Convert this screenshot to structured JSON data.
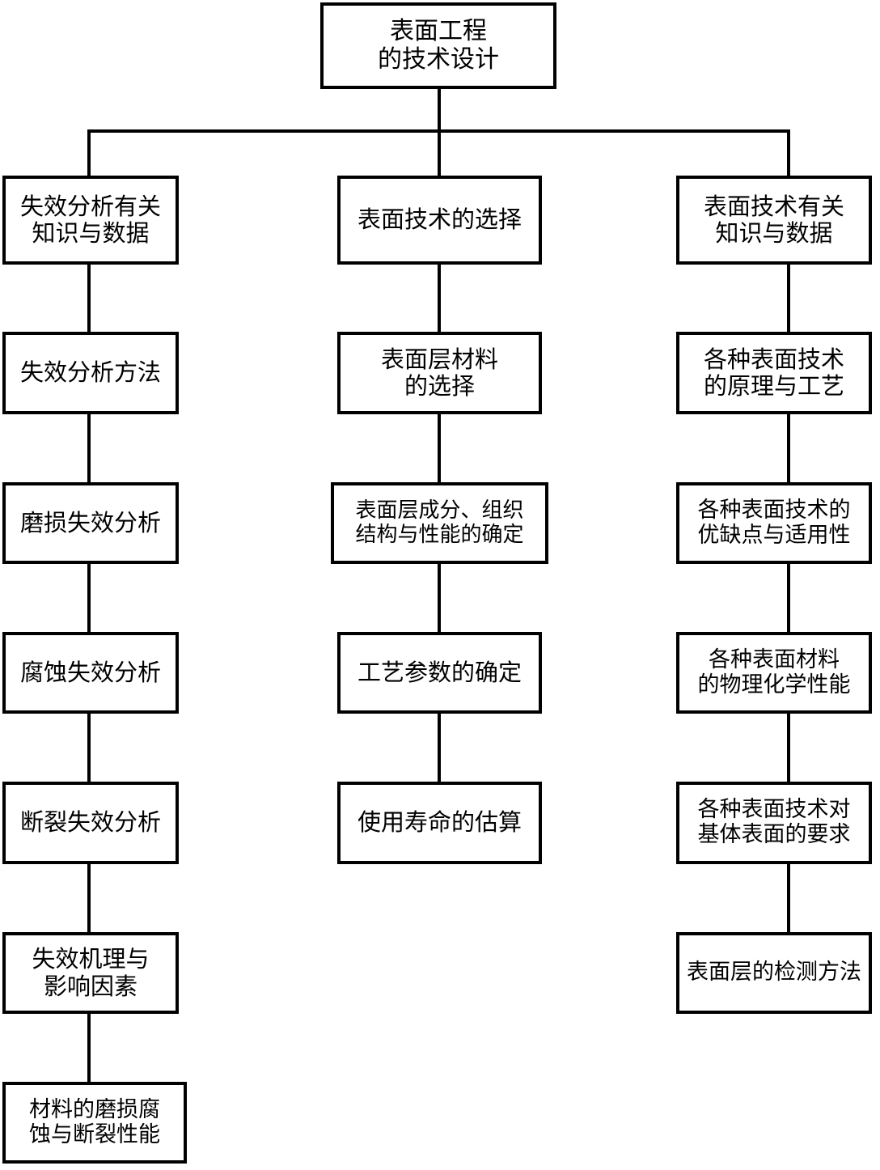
{
  "diagram": {
    "title_node": {
      "id": "root",
      "lines": [
        "表面工程",
        "的技术设计"
      ]
    },
    "columns": [
      {
        "name": "failure-analysis-column",
        "nodes": [
          {
            "id": "L1",
            "lines": [
              "失效分析有关",
              "知识与数据"
            ]
          },
          {
            "id": "L2",
            "lines": [
              "失效分析方法"
            ]
          },
          {
            "id": "L3",
            "lines": [
              "磨损失效分析"
            ]
          },
          {
            "id": "L4",
            "lines": [
              "腐蚀失效分析"
            ]
          },
          {
            "id": "L5",
            "lines": [
              "断裂失效分析"
            ]
          },
          {
            "id": "L6",
            "lines": [
              "失效机理与",
              "影响因素"
            ]
          },
          {
            "id": "L7",
            "lines": [
              "材料的磨损腐",
              "蚀与断裂性能"
            ]
          }
        ]
      },
      {
        "name": "surface-technology-selection-column",
        "nodes": [
          {
            "id": "M1",
            "lines": [
              "表面技术的选择"
            ]
          },
          {
            "id": "M2",
            "lines": [
              "表面层材料",
              "的选择"
            ]
          },
          {
            "id": "M3",
            "lines": [
              "表面层成分、组织",
              "结构与性能的确定"
            ]
          },
          {
            "id": "M4",
            "lines": [
              "工艺参数的确定"
            ]
          },
          {
            "id": "M5",
            "lines": [
              "使用寿命的估算"
            ]
          }
        ]
      },
      {
        "name": "surface-technology-knowledge-column",
        "nodes": [
          {
            "id": "R1",
            "lines": [
              "表面技术有关",
              "知识与数据"
            ]
          },
          {
            "id": "R2",
            "lines": [
              "各种表面技术",
              "的原理与工艺"
            ]
          },
          {
            "id": "R3",
            "lines": [
              "各种表面技术的",
              "优缺点与适用性"
            ]
          },
          {
            "id": "R4",
            "lines": [
              "各种表面材料",
              "的物理化学性能"
            ]
          },
          {
            "id": "R5",
            "lines": [
              "各种表面技术对",
              "基体表面的要求"
            ]
          },
          {
            "id": "R6",
            "lines": [
              "表面层的检测方法"
            ]
          }
        ]
      }
    ],
    "colors": {
      "box_border": "#000000",
      "box_fill": "#ffffff",
      "connector": "#000000",
      "text": "#000000"
    }
  }
}
